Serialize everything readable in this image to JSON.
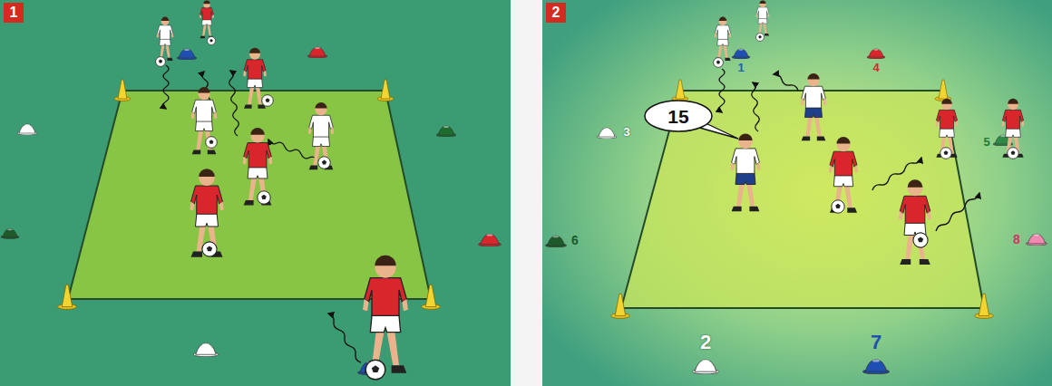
{
  "diagram": {
    "nodes": [
      {
        "text": [
          "1"
        ]
      },
      {
        "text": [
          "2"
        ]
      },
      {
        "text": [
          "15"
        ]
      }
    ],
    "labels": [
      "1",
      "4",
      "3",
      "5",
      "6",
      "8",
      "2",
      "7"
    ]
  }
}
